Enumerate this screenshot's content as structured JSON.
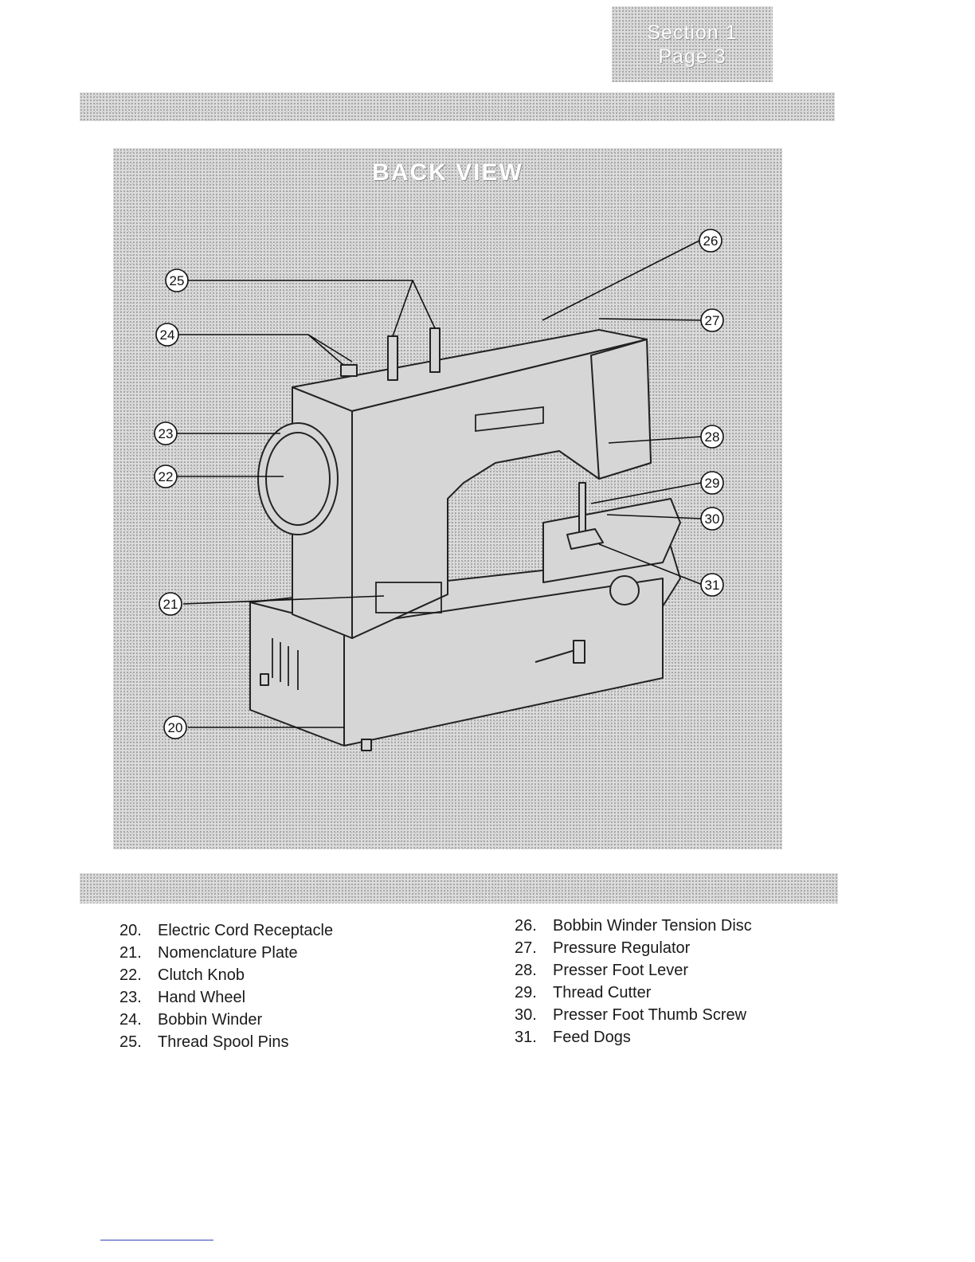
{
  "header": {
    "section_label": "Section 1",
    "page_label": "Page 3"
  },
  "figure": {
    "title": "BACK VIEW",
    "callouts": [
      "20",
      "21",
      "22",
      "23",
      "24",
      "25",
      "26",
      "27",
      "28",
      "29",
      "30",
      "31"
    ]
  },
  "legend": {
    "left": [
      {
        "num": "20.",
        "label": "Electric Cord Receptacle"
      },
      {
        "num": "21.",
        "label": "Nomenclature Plate"
      },
      {
        "num": "22.",
        "label": "Clutch Knob"
      },
      {
        "num": "23.",
        "label": "Hand Wheel"
      },
      {
        "num": "24.",
        "label": "Bobbin Winder"
      },
      {
        "num": "25.",
        "label": "Thread Spool Pins"
      }
    ],
    "right": [
      {
        "num": "26.",
        "label": "Bobbin Winder Tension Disc"
      },
      {
        "num": "27.",
        "label": "Pressure Regulator"
      },
      {
        "num": "28.",
        "label": "Presser Foot Lever"
      },
      {
        "num": "29.",
        "label": "Thread Cutter"
      },
      {
        "num": "30.",
        "label": "Presser Foot Thumb Screw"
      },
      {
        "num": "31.",
        "label": "Feed Dogs"
      }
    ]
  }
}
